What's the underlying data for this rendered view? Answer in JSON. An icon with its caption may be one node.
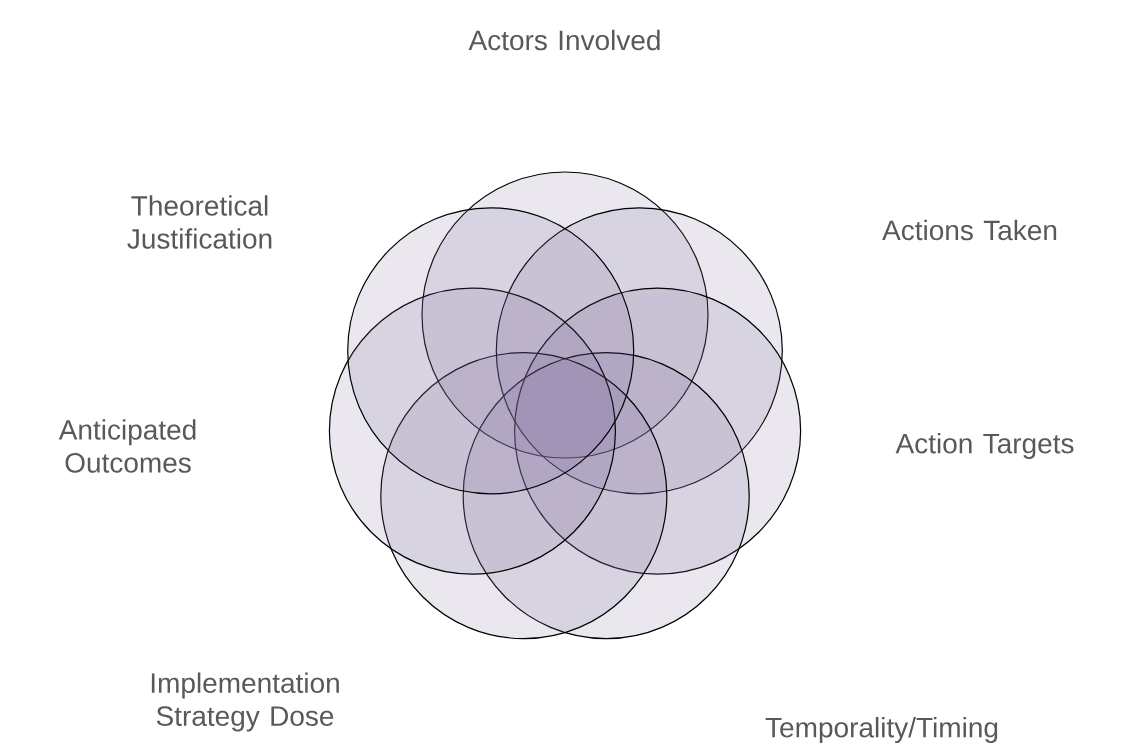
{
  "diagram": {
    "labels": [
      "Actors Involved",
      "Theoretical Justification",
      "Actions Taken",
      "Anticipated Outcomes",
      "Action Targets",
      "Implementation Strategy Dose",
      "Temporality/Timing"
    ]
  }
}
